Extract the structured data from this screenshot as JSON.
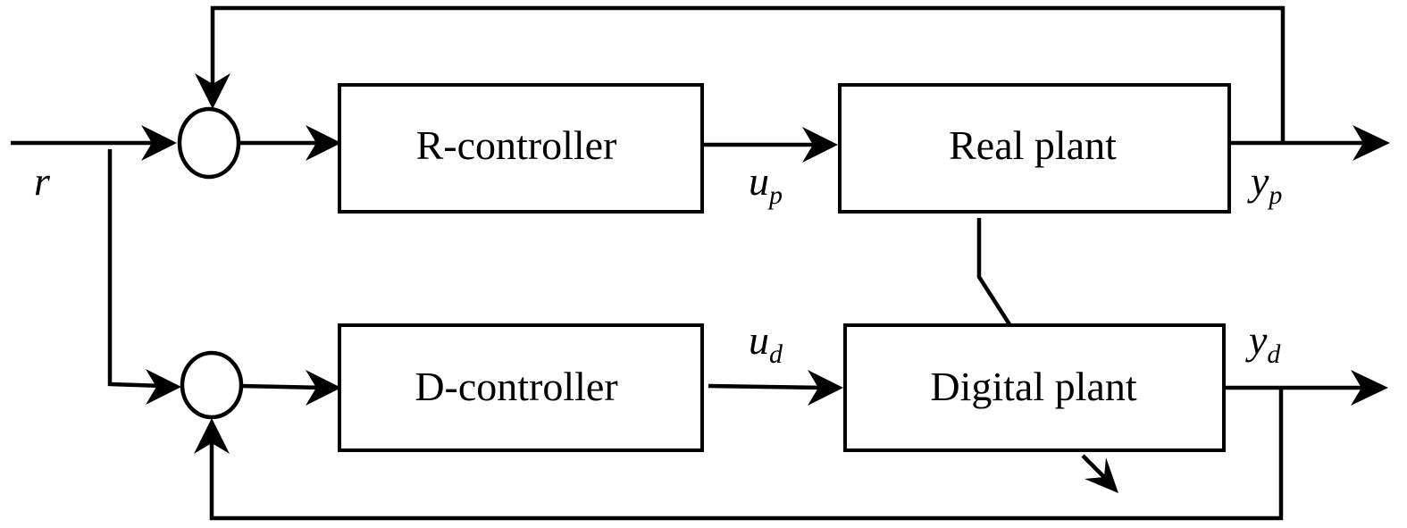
{
  "blocks": {
    "r_controller": "R-controller",
    "real_plant": "Real plant",
    "d_controller": "D-controller",
    "digital_plant": "Digital plant"
  },
  "signals": {
    "reference": "r",
    "u_p": {
      "main": "u",
      "sub": "p"
    },
    "y_p": {
      "main": "y",
      "sub": "p"
    },
    "u_d": {
      "main": "u",
      "sub": "d"
    },
    "y_d": {
      "main": "y",
      "sub": "d"
    }
  }
}
